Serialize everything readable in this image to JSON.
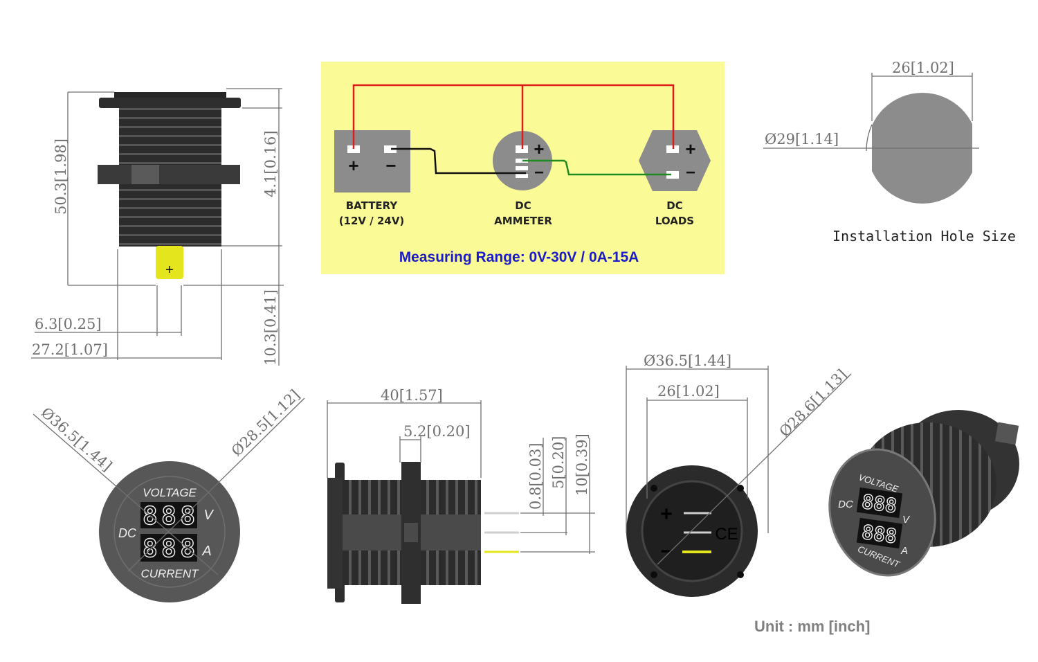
{
  "wiring_diagram": {
    "battery_label": "BATTERY",
    "battery_spec": "(12V / 24V)",
    "ammeter_label_top": "DC",
    "ammeter_label_bottom": "AMMETER",
    "loads_label_top": "DC",
    "loads_label_bottom": "LOADS",
    "plus_symbol": "+",
    "minus_symbol": "−",
    "measuring_range": "Measuring Range: 0V-30V / 0A-15A",
    "colors": {
      "background": "#fafa96",
      "positive_wire": "#e01a1a",
      "negative_wire": "#111111",
      "load_wire": "#1f8a1f",
      "range_text": "#1b1bc8"
    }
  },
  "side_view_top": {
    "total_height": "50.3[1.98]",
    "flange_thickness": "4.1[0.16]",
    "terminal_length": "10.3[0.41]",
    "terminal_width": "6.3[0.25]",
    "body_width": "27.2[1.07]"
  },
  "installation_hole": {
    "flat_width": "26[1.02]",
    "diameter": "Ø29[1.14]",
    "caption": "Installation Hole Size"
  },
  "front_view": {
    "outer_diameter": "Ø36.5[1.44]",
    "inner_diameter": "Ø28.5[1.12]",
    "label_voltage": "VOLTAGE",
    "label_current": "CURRENT",
    "label_dc": "DC",
    "unit_v": "V",
    "unit_a": "A",
    "display_top": "888",
    "display_bottom": "888"
  },
  "side_view_bottom": {
    "total_length": "40[1.57]",
    "nut_width": "5.2[0.20]",
    "pin_gap_1": "0.8[0.03]",
    "pin_gap_2": "5[0.20]",
    "pin_gap_3": "10[0.39]"
  },
  "rear_view": {
    "outer_diameter": "Ø36.5[1.44]",
    "flat_width": "26[1.02]",
    "thread_diameter": "Ø28.6[1.13]",
    "plus_symbol": "+",
    "minus_symbol": "−",
    "ce_mark": "CE"
  },
  "perspective_view": {
    "label_voltage": "VOLTAGE",
    "label_current": "CURRENT",
    "label_dc": "DC",
    "unit_v": "V",
    "unit_a": "A",
    "display_top": "888",
    "display_bottom": "888"
  },
  "unit_note": "Unit : mm [inch]"
}
